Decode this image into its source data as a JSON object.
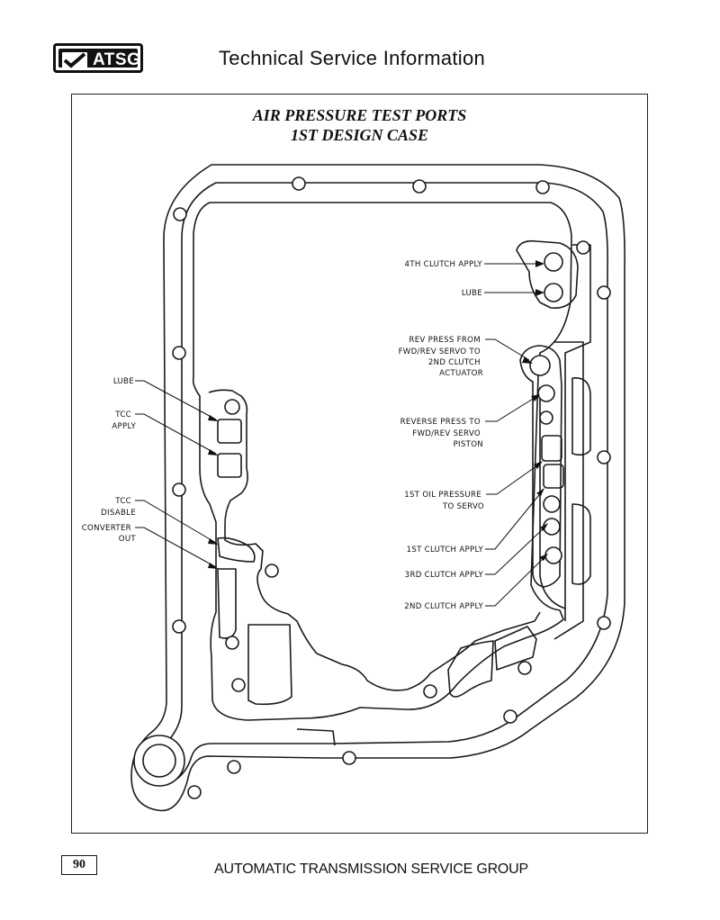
{
  "header": {
    "logo_text": "ATSG",
    "title": "Technical Service Information"
  },
  "diagram": {
    "title_line1": "AIR PRESSURE TEST PORTS",
    "title_line2": "1ST DESIGN CASE",
    "labels_right": [
      [
        "4TH CLUTCH APPLY"
      ],
      [
        "LUBE"
      ],
      [
        "REV PRESS FROM",
        "FWD/REV SERVO TO",
        "2ND CLUTCH",
        "ACTUATOR"
      ],
      [
        "REVERSE PRESS TO",
        "FWD/REV SERVO",
        "PISTON"
      ],
      [
        "1ST OIL PRESSURE",
        "TO SERVO"
      ],
      [
        "1ST CLUTCH APPLY"
      ],
      [
        "3RD CLUTCH APPLY"
      ],
      [
        "2ND CLUTCH APPLY"
      ]
    ],
    "labels_left": [
      [
        "LUBE"
      ],
      [
        "TCC",
        "APPLY"
      ],
      [
        "TCC",
        "DISABLE"
      ],
      [
        "CONVERTER",
        "OUT"
      ]
    ]
  },
  "footer": {
    "page_number": "90",
    "text": "AUTOMATIC TRANSMISSION SERVICE GROUP"
  }
}
